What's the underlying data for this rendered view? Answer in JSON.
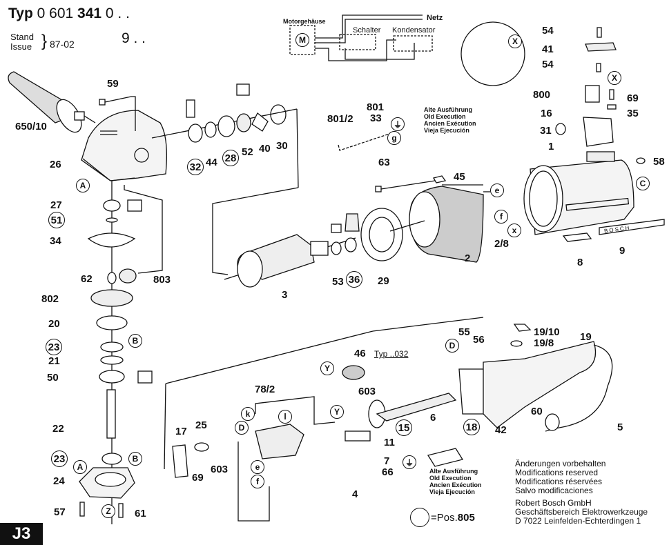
{
  "header": {
    "typ_label": "Typ",
    "typ_number_prefix": "0 601",
    "typ_number_bold": "341",
    "typ_variant_1": "0 . .",
    "typ_variant_2": "9 . .",
    "stand_label": "Stand",
    "issue_label": "Issue",
    "issue_date": "87-02"
  },
  "wiring": {
    "motor_housing": "Motorgehäuse",
    "motor_symbol": "M",
    "switch": "Schalter",
    "capacitor": "Kondensator",
    "mains": "Netz"
  },
  "old_execution_notes": [
    "Alte Ausführung",
    "Old Execution",
    "Ancien Exécution",
    "Vieja Ejecución"
  ],
  "legend": {
    "pos_text": "=Pos.",
    "pos_number": "805"
  },
  "footer": {
    "modifications": [
      "Änderungen vorbehalten",
      "Modifications reserved",
      "Modifications réservées",
      "Salvo modificaciones"
    ],
    "company": [
      "Robert Bosch GmbH",
      "Geschäftsbereich Elektrowerkzeuge",
      "D 7022 Leinfelden-Echterdingen 1"
    ]
  },
  "page_code": "J3",
  "nameplate_text": "BOSCH",
  "typ_note": "Typ ..032",
  "parts": {
    "p59": "59",
    "p650_10": "650/10",
    "p26": "26",
    "p27": "27",
    "p51": "51",
    "p34": "34",
    "p62": "62",
    "p803": "803",
    "p802": "802",
    "p20": "20",
    "p23a": "23",
    "p21": "21",
    "p50": "50",
    "p22": "22",
    "p23b": "23",
    "p24": "24",
    "p57": "57",
    "p61": "61",
    "p32": "32",
    "p44": "44",
    "p28": "28",
    "p52": "52",
    "p40": "40",
    "p30": "30",
    "p801_2": "801/2",
    "p801": "801",
    "p33": "33",
    "p63": "63",
    "p45": "45",
    "p3": "3",
    "p53": "53",
    "p36": "36",
    "p29": "29",
    "p2": "2",
    "p2_8": "2/8",
    "p1": "1",
    "p58": "58",
    "p8": "8",
    "p9": "9",
    "p54a": "54",
    "p41": "41",
    "p54b": "54",
    "p800": "800",
    "p69a": "69",
    "p16": "16",
    "p35": "35",
    "p31": "31",
    "p17": "17",
    "p25": "25",
    "p69b": "69",
    "p603a": "603",
    "p78_2": "78/2",
    "p46": "46",
    "p603b": "603",
    "p15": "15",
    "p11": "11",
    "p7": "7",
    "p66": "66",
    "p4": "4",
    "p6": "6",
    "p18": "18",
    "p55": "55",
    "p56": "56",
    "p42": "42",
    "p60": "60",
    "p19_10": "19/10",
    "p19_8": "19/8",
    "p19": "19",
    "p5": "5"
  },
  "refs": {
    "A": "A",
    "B": "B",
    "C": "C",
    "D": "D",
    "X": "X",
    "Z": "Z",
    "Y": "Y",
    "e": "e",
    "f": "f",
    "g": "g",
    "k": "k",
    "l": "l",
    "x": "x"
  }
}
